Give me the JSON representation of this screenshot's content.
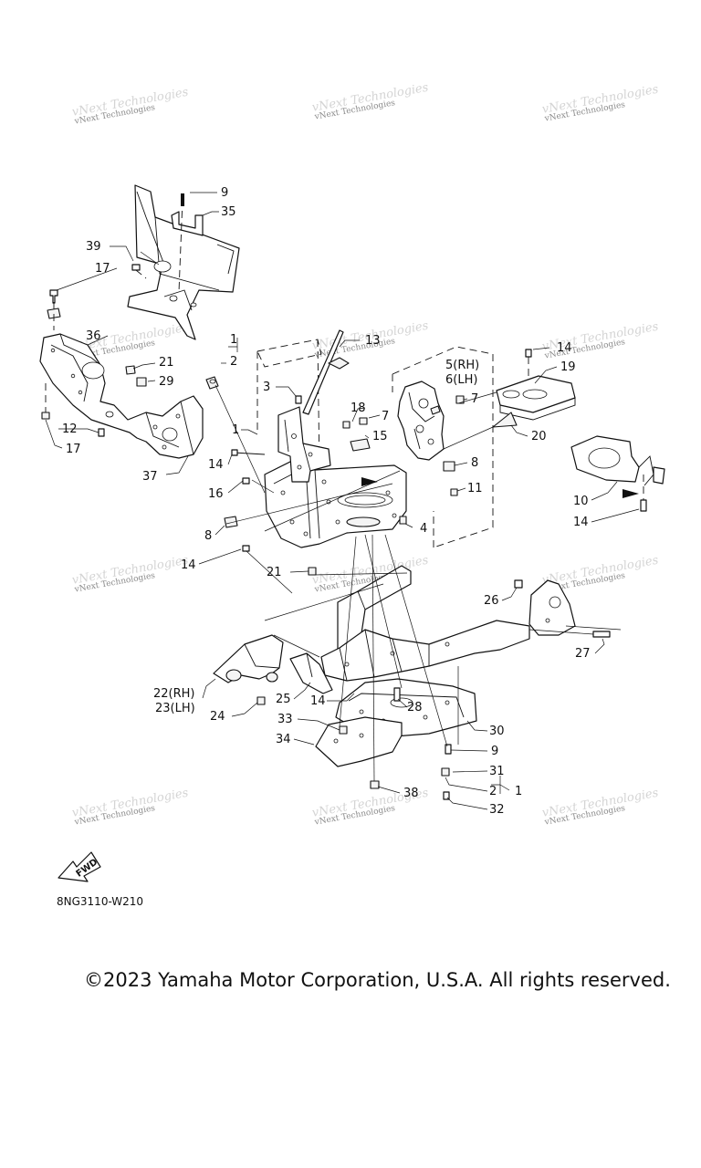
{
  "watermark_text": "vNext Technologies",
  "diagram_code": "8NG3110-W210",
  "fwd_label": "FWD",
  "copyright": "©2023 Yamaha Motor Corporation, U.S.A. All rights reserved.",
  "callouts": {
    "c1a": "1",
    "c1b": "1",
    "c1c": "1",
    "c2a": "2",
    "c2b": "2",
    "c3": "3",
    "c4": "4",
    "c5": "5(RH)",
    "c6": "6(LH)",
    "c7a": "7",
    "c7b": "7",
    "c8a": "8",
    "c8b": "8",
    "c9a": "9",
    "c9b": "9",
    "c10": "10",
    "c11": "11",
    "c12": "12",
    "c13": "13",
    "c14a": "14",
    "c14b": "14",
    "c14c": "14",
    "c14d": "14",
    "c14e": "14",
    "c15": "15",
    "c16": "16",
    "c17a": "17",
    "c17b": "17",
    "c18": "18",
    "c19": "19",
    "c20": "20",
    "c21a": "21",
    "c21b": "21",
    "c22": "22(RH)",
    "c23": "23(LH)",
    "c24": "24",
    "c25": "25",
    "c26": "26",
    "c27": "27",
    "c28": "28",
    "c29": "29",
    "c30": "30",
    "c31": "31",
    "c32": "32",
    "c33": "33",
    "c34": "34",
    "c35": "35",
    "c36": "36",
    "c37": "37",
    "c38": "38",
    "c39": "39"
  }
}
